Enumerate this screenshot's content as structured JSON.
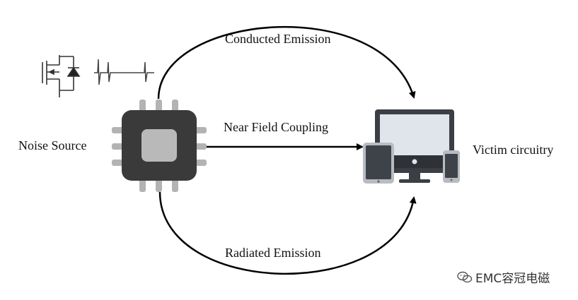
{
  "labels": {
    "conducted": "Conducted Emission",
    "near_field": "Near Field Coupling",
    "radiated": "Radiated Emission",
    "noise_source": "Noise Source",
    "victim": "Victim circuitry"
  },
  "watermark": "EMC容冠电磁",
  "icons": {
    "mosfet": "mosfet-symbol-icon",
    "waveform": "noise-waveform-icon",
    "chip": "ic-chip-icon",
    "devices": "devices-icon",
    "wechat": "wechat-icon"
  },
  "colors": {
    "chip_body": "#3a3a3a",
    "chip_die": "#b9b9b9",
    "chip_pins": "#b3b3b3",
    "device_frame": "#3b3f45",
    "screen": "#dfe5ea",
    "arrow": "#000000"
  }
}
